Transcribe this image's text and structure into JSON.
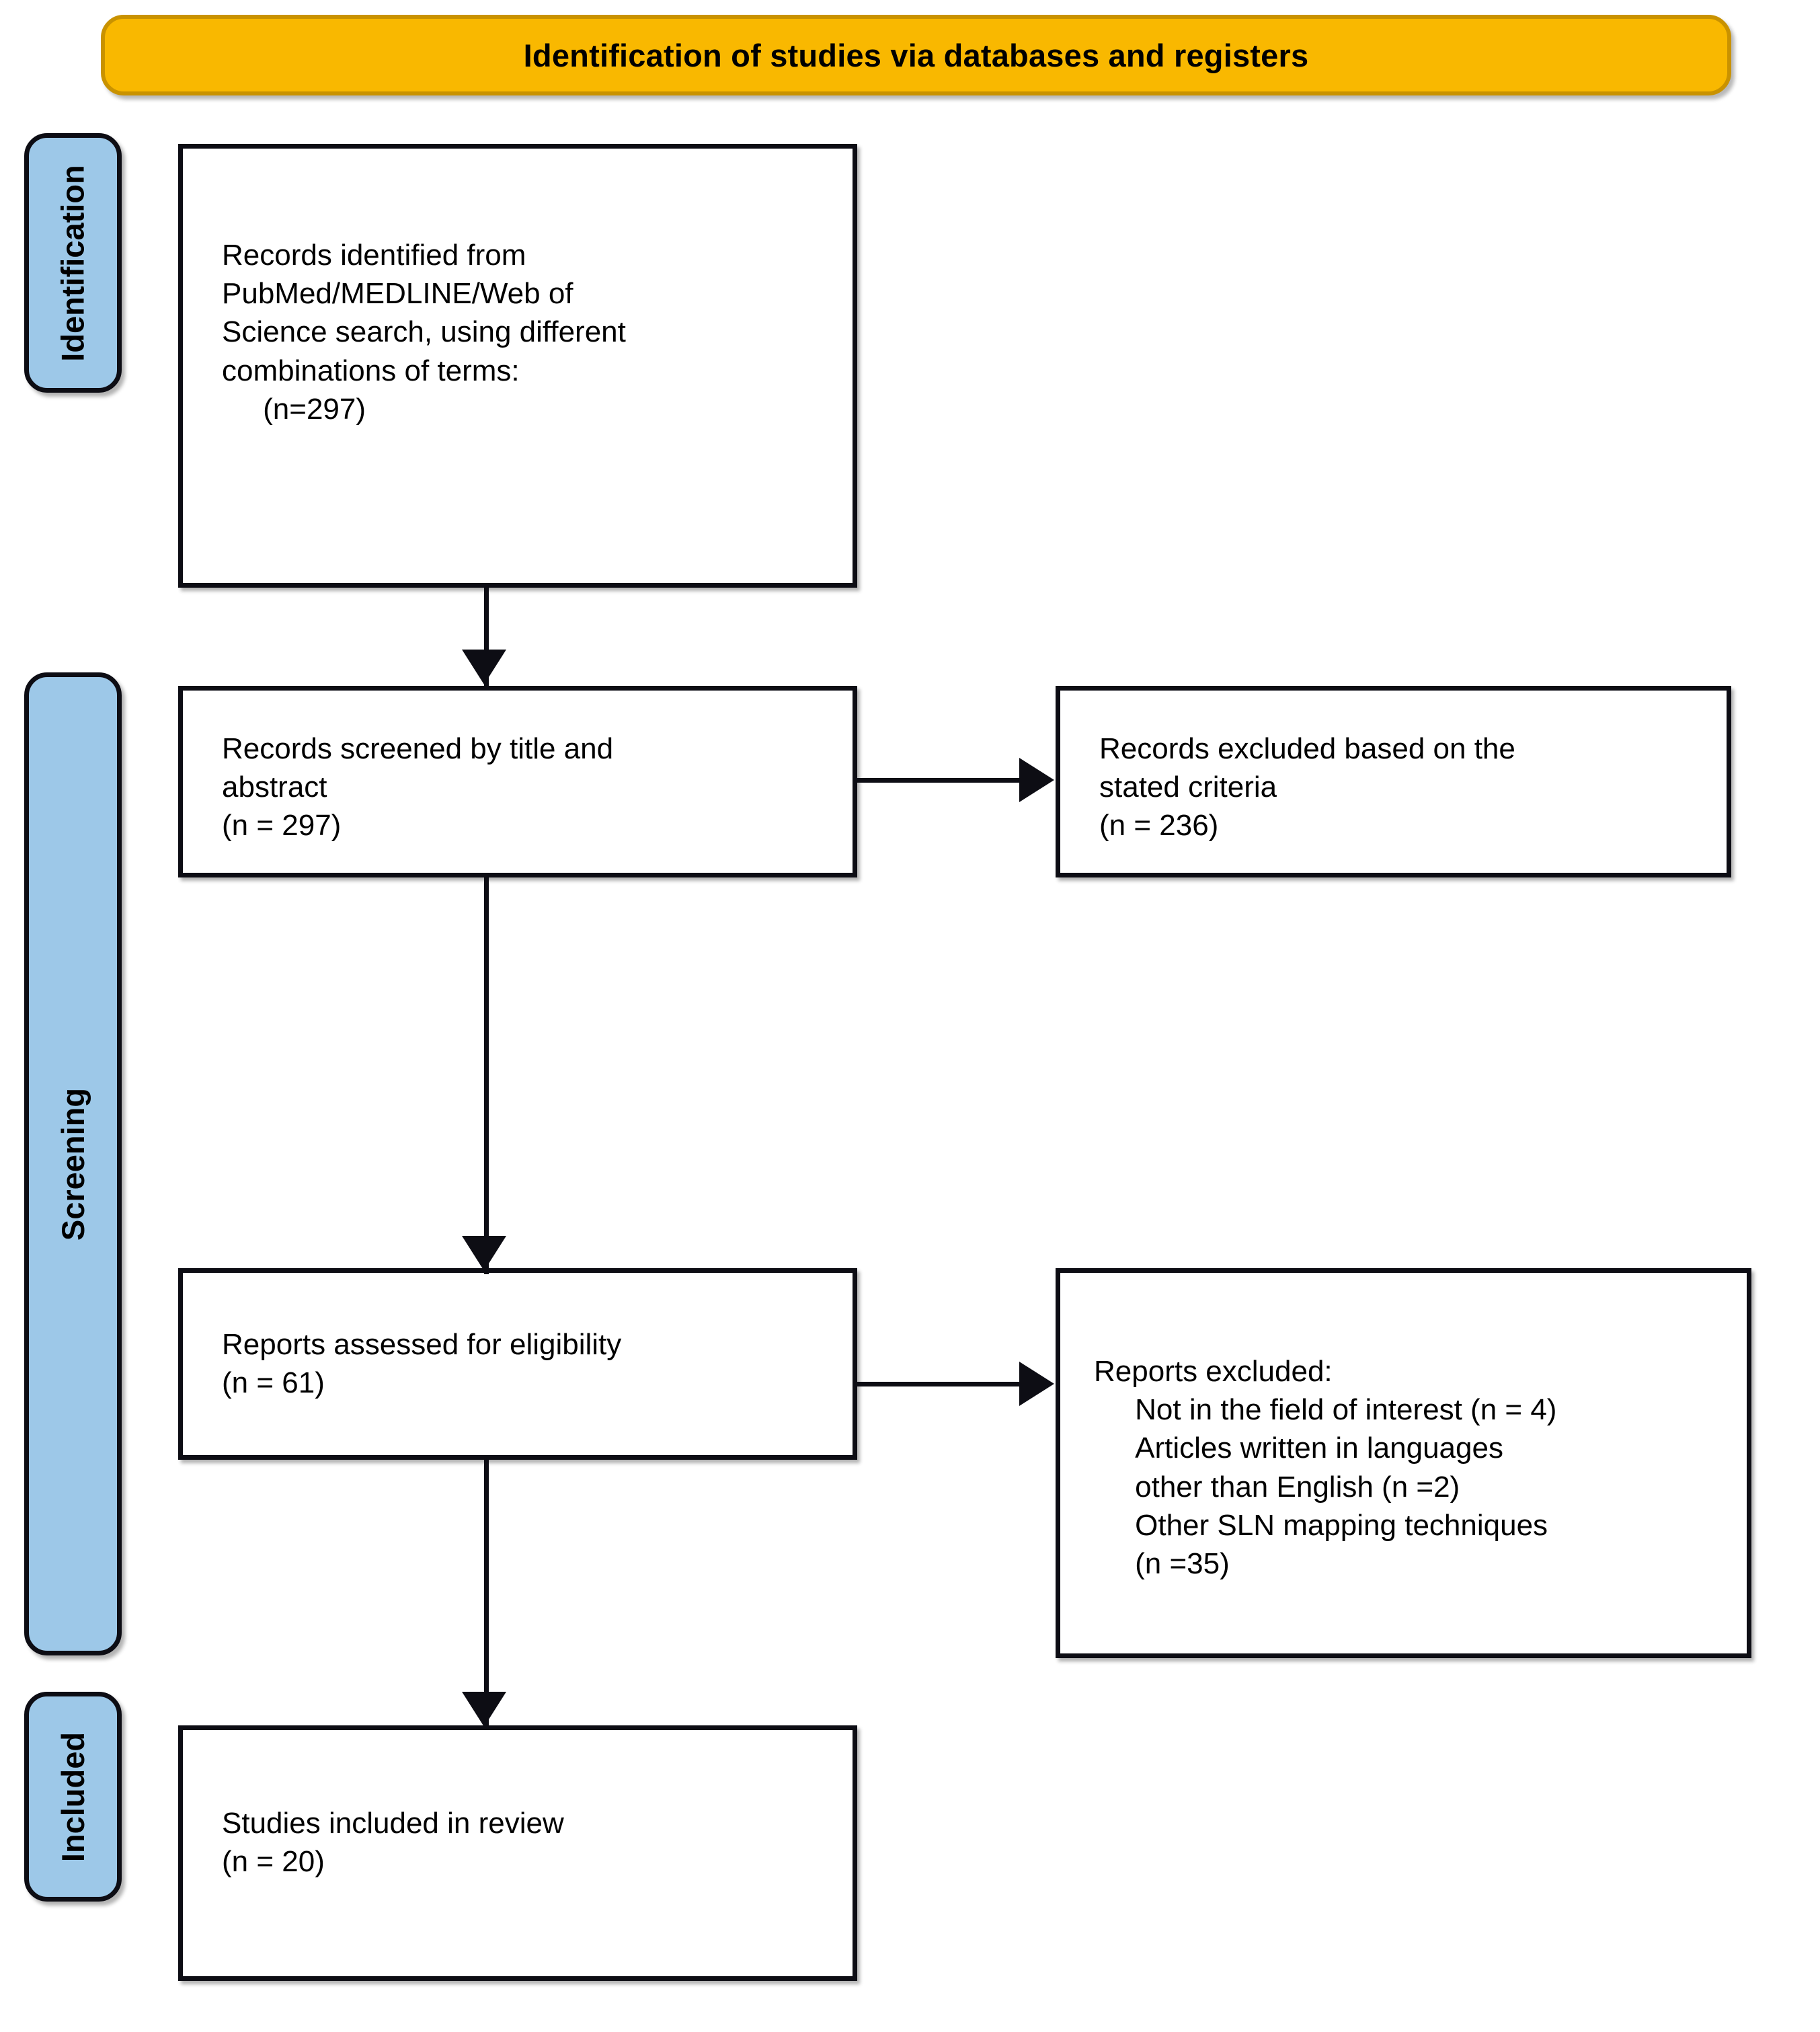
{
  "banner": {
    "title": "Identification of studies via databases and registers"
  },
  "colors": {
    "banner_fill": "#F9B800",
    "banner_border": "#C99200",
    "stage_fill": "#9DC8E8",
    "line": "#0D0D14",
    "node_fill": "#FFFFFF",
    "text": "#000000"
  },
  "stages": [
    {
      "id": "identification",
      "label": "Identification"
    },
    {
      "id": "screening",
      "label": "Screening"
    },
    {
      "id": "included",
      "label": "Included"
    }
  ],
  "nodes": {
    "identified": {
      "text": "Records identified from\nPubMed/MEDLINE/Web of\nScience search, using different\ncombinations of terms:\n     (n=297)",
      "count": 297
    },
    "screened": {
      "text": "Records screened by title and\nabstract\n(n = 297)",
      "count": 297
    },
    "excluded_screening": {
      "text": "Records excluded based on the\nstated criteria\n(n = 236)",
      "count": 236
    },
    "eligibility": {
      "text": "Reports assessed for eligibility\n(n = 61)",
      "count": 61
    },
    "excluded_eligibility": {
      "text": "Reports excluded:\n     Not in the field of interest (n = 4)\n     Articles written in languages\n     other than English (n =2)\n     Other SLN mapping techniques\n     (n =35)",
      "reasons": [
        {
          "label": "Not in the field of interest",
          "count": 4
        },
        {
          "label": "Articles written in languages other than English",
          "count": 2
        },
        {
          "label": "Other SLN mapping techniques",
          "count": 35
        }
      ]
    },
    "included": {
      "text": "Studies included in review\n(n = 20)",
      "count": 20
    }
  },
  "connectors": [
    {
      "id": "identified-to-screened",
      "direction": "down"
    },
    {
      "id": "screened-to-eligibility",
      "direction": "down"
    },
    {
      "id": "eligibility-to-included",
      "direction": "down"
    },
    {
      "id": "screened-to-excluded",
      "direction": "right"
    },
    {
      "id": "eligibility-to-excluded",
      "direction": "right"
    }
  ]
}
